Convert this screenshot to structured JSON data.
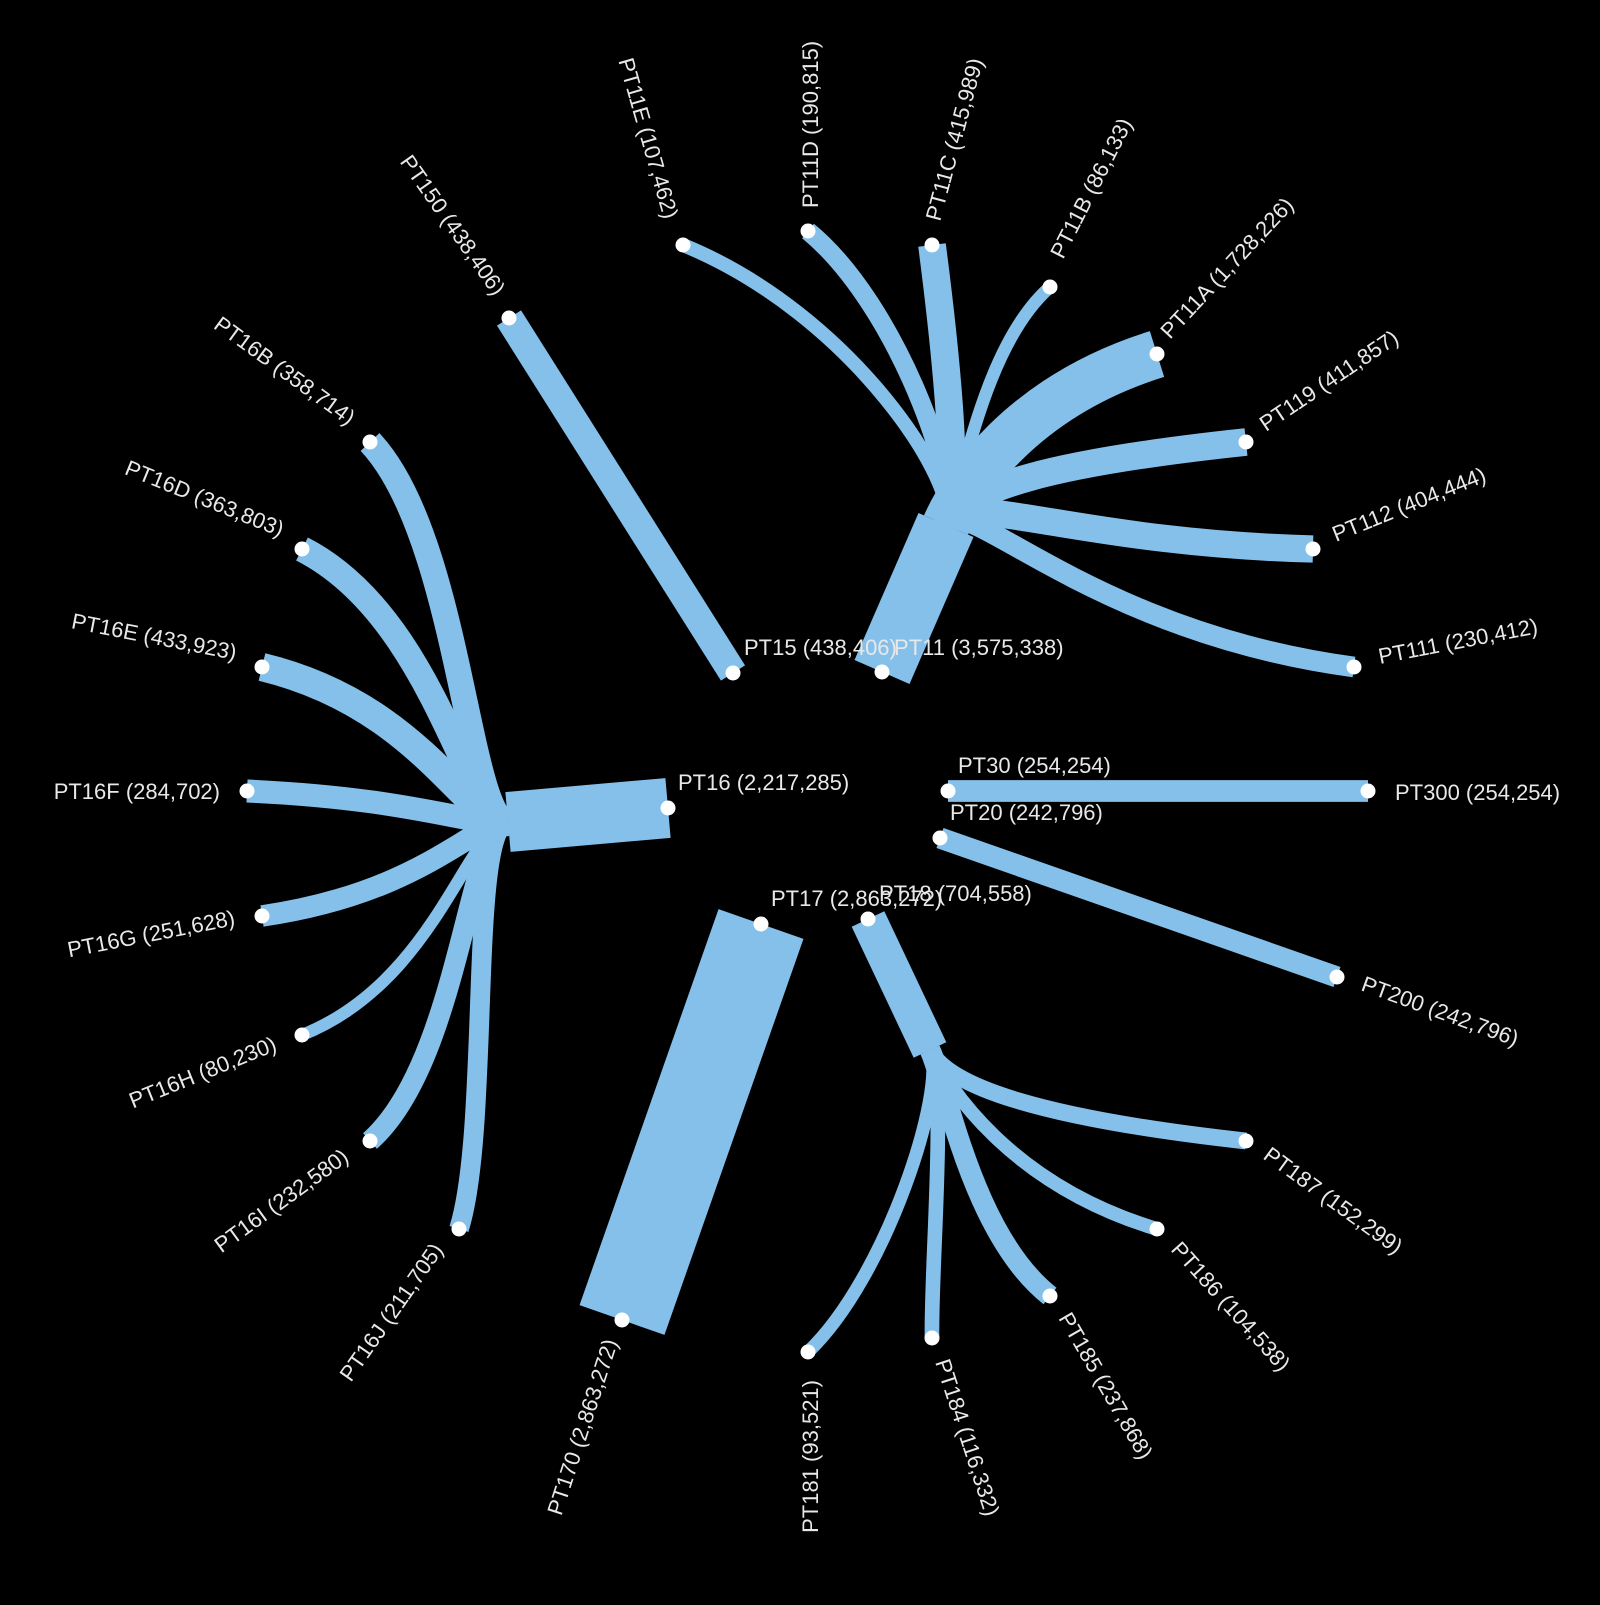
{
  "colors": {
    "background": "#000000",
    "link": "#85c0ea",
    "node": "#ffffff",
    "label": "#e8e8e8"
  },
  "diagram": {
    "type": "radial-tree",
    "hubs": [
      {
        "id": "PT11",
        "label": "PT11 (3,575,338)",
        "value": 3575338
      },
      {
        "id": "PT15",
        "label": "PT15 (438,406)",
        "value": 438406
      },
      {
        "id": "PT16",
        "label": "PT16 (2,217,285)",
        "value": 2217285
      },
      {
        "id": "PT17",
        "label": "PT17 (2,863,272)",
        "value": 2863272
      },
      {
        "id": "PT18",
        "label": "PT18 (704,558)",
        "value": 704558
      },
      {
        "id": "PT20",
        "label": "PT20 (242,796)",
        "value": 242796
      },
      {
        "id": "PT30",
        "label": "PT30 (254,254)",
        "value": 254254
      }
    ],
    "leaves": [
      {
        "id": "PT11A",
        "parent": "PT11",
        "label": "PT11A (1,728,226)",
        "value": 1728226
      },
      {
        "id": "PT11B",
        "parent": "PT11",
        "label": "PT11B (86,133)",
        "value": 86133
      },
      {
        "id": "PT11C",
        "parent": "PT11",
        "label": "PT11C (415,989)",
        "value": 415989
      },
      {
        "id": "PT11D",
        "parent": "PT11",
        "label": "PT11D (190,815)",
        "value": 190815
      },
      {
        "id": "PT11E",
        "parent": "PT11",
        "label": "PT11E (107,462)",
        "value": 107462
      },
      {
        "id": "PT119",
        "parent": "PT11",
        "label": "PT119 (411,857)",
        "value": 411857
      },
      {
        "id": "PT112",
        "parent": "PT11",
        "label": "PT112 (404,444)",
        "value": 404444
      },
      {
        "id": "PT111",
        "parent": "PT11",
        "label": "PT111 (230,412)",
        "value": 230412
      },
      {
        "id": "PT150",
        "parent": "PT15",
        "label": "PT150 (438,406)",
        "value": 438406
      },
      {
        "id": "PT16B",
        "parent": "PT16",
        "label": "PT16B (358,714)",
        "value": 358714
      },
      {
        "id": "PT16D",
        "parent": "PT16",
        "label": "PT16D (363,803)",
        "value": 363803
      },
      {
        "id": "PT16E",
        "parent": "PT16",
        "label": "PT16E (433,923)",
        "value": 433923
      },
      {
        "id": "PT16F",
        "parent": "PT16",
        "label": "PT16F (284,702)",
        "value": 284702
      },
      {
        "id": "PT16G",
        "parent": "PT16",
        "label": "PT16G (251,628)",
        "value": 251628
      },
      {
        "id": "PT16H",
        "parent": "PT16",
        "label": "PT16H (80,230)",
        "value": 80230
      },
      {
        "id": "PT16I",
        "parent": "PT16",
        "label": "PT16I (232,580)",
        "value": 232580
      },
      {
        "id": "PT16J",
        "parent": "PT16",
        "label": "PT16J (211,705)",
        "value": 211705
      },
      {
        "id": "PT170",
        "parent": "PT17",
        "label": "PT170 (2,863,272)",
        "value": 2863272
      },
      {
        "id": "PT181",
        "parent": "PT18",
        "label": "PT181 (93,521)",
        "value": 93521
      },
      {
        "id": "PT184",
        "parent": "PT18",
        "label": "PT184 (116,332)",
        "value": 116332
      },
      {
        "id": "PT185",
        "parent": "PT18",
        "label": "PT185 (237,868)",
        "value": 237868
      },
      {
        "id": "PT186",
        "parent": "PT18",
        "label": "PT186 (104,538)",
        "value": 104538
      },
      {
        "id": "PT187",
        "parent": "PT18",
        "label": "PT187 (152,299)",
        "value": 152299
      },
      {
        "id": "PT200",
        "parent": "PT20",
        "label": "PT200 (242,796)",
        "value": 242796
      },
      {
        "id": "PT300",
        "parent": "PT30",
        "label": "PT300 (254,254)",
        "value": 254254
      }
    ]
  }
}
